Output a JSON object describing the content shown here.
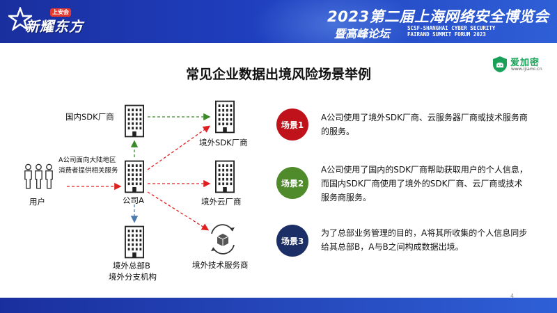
{
  "header": {
    "logo_badge": "上安会",
    "logo_text": "新耀东方",
    "expo_title": "2023第二届上海网络安全博览会",
    "forum_title": "暨高峰论坛",
    "forum_en": "SCSF-SHANGHAI CYBER SECURITY\nFAIRAND SUMMIT FORUM 2023"
  },
  "slide": {
    "title": "常见企业数据出境风险场景举例",
    "page_number": "4"
  },
  "brand": {
    "name": "爱加密",
    "url": "www.ijiami.cn",
    "color": "#1ba05a"
  },
  "diagram": {
    "domestic_sdk": "国内SDK厂商",
    "overseas_sdk": "境外SDK厂商",
    "user_note_line1": "A公司面向大陆地区",
    "user_note_line2": "消费者提供相关服务",
    "user": "用户",
    "company_a": "公司A",
    "overseas_cloud": "境外云厂商",
    "hq_b_line1": "境外总部B",
    "hq_b_line2": "境外分支机构",
    "overseas_tech": "境外技术服务商"
  },
  "scenarios": [
    {
      "badge": "场景1",
      "color": "#c0121a",
      "text": "A公司使用了境外SDK厂商、云服务器厂商或技术服务商的服务。"
    },
    {
      "badge": "场景2",
      "color": "#4f8a2b",
      "text": "A公司使用了国内的SDK厂商帮助获取用户的个人信息，而国内SDK厂商使用了境外的SDK厂商、云厂商或技术服务商服务。"
    },
    {
      "badge": "场景3",
      "color": "#1c2e66",
      "text": "为了总部业务管理的目的，A将其所收集的个人信息同步给其总部B，A与B之间构成数据出境。"
    }
  ]
}
